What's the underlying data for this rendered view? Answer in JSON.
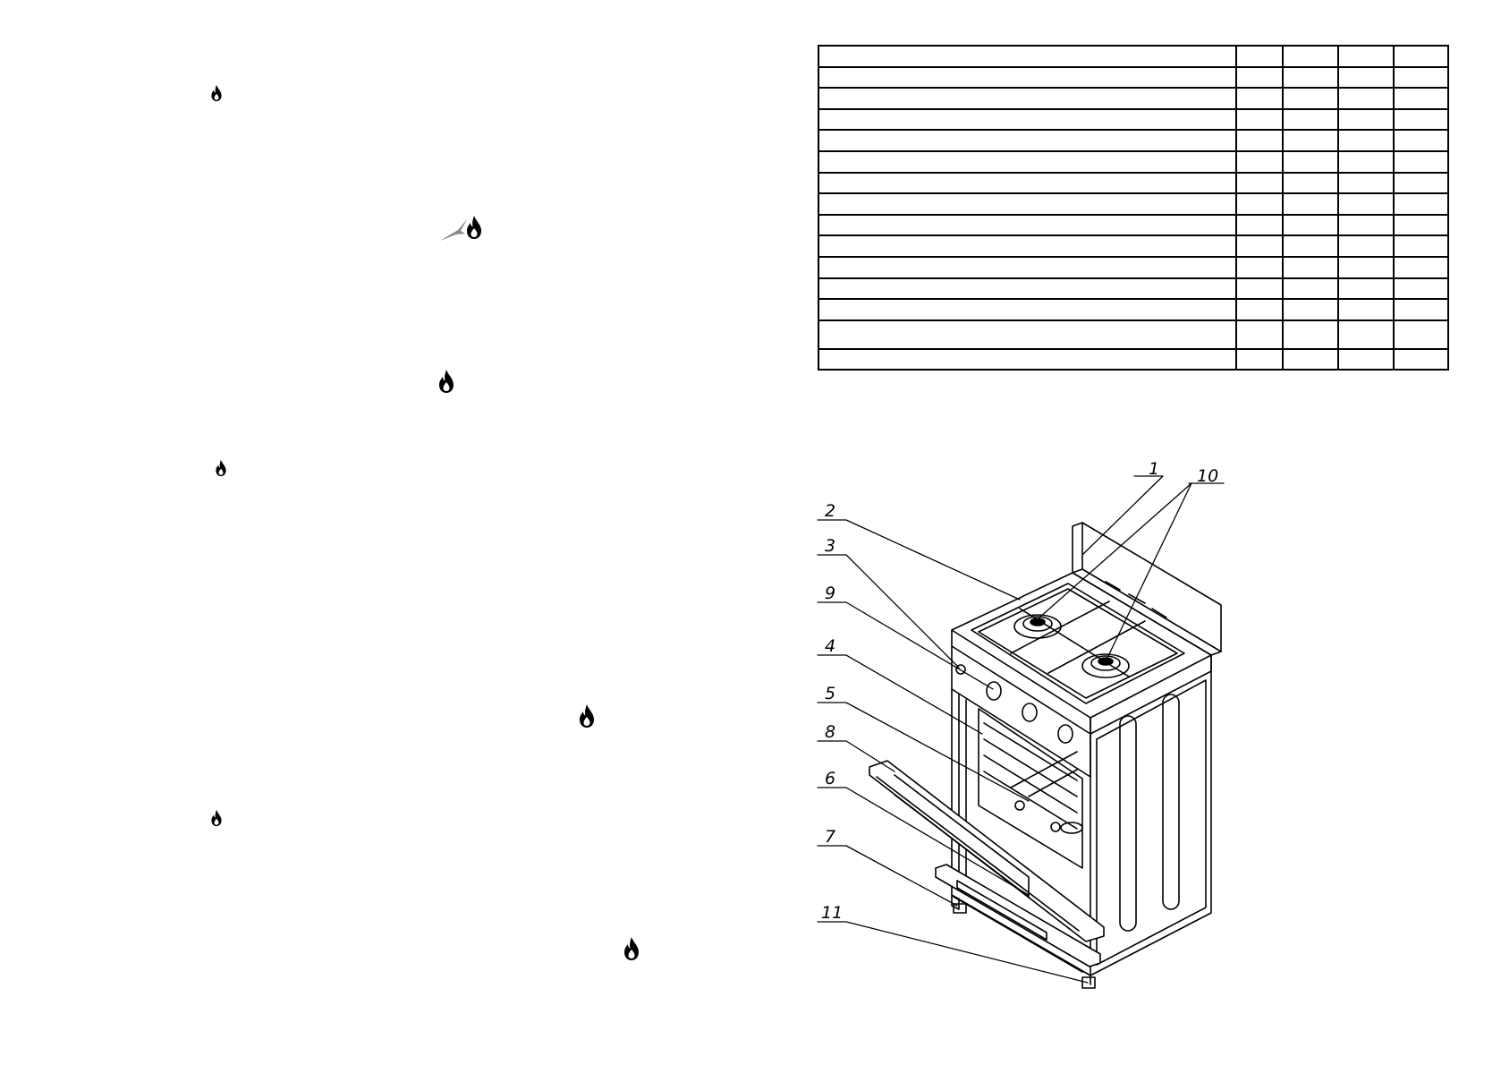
{
  "icons": {
    "flame": "flame-icon",
    "spark": "spark-icon"
  },
  "table": {
    "rows": 15,
    "cols": 5,
    "cells": [
      [
        "",
        "",
        "",
        "",
        ""
      ],
      [
        "",
        "",
        "",
        "",
        ""
      ],
      [
        "",
        "",
        "",
        "",
        ""
      ],
      [
        "",
        "",
        "",
        "",
        ""
      ],
      [
        "",
        "",
        "",
        "",
        ""
      ],
      [
        "",
        "",
        "",
        "",
        ""
      ],
      [
        "",
        "",
        "",
        "",
        ""
      ],
      [
        "",
        "",
        "",
        "",
        ""
      ],
      [
        "",
        "",
        "",
        "",
        ""
      ],
      [
        "",
        "",
        "",
        "",
        ""
      ],
      [
        "",
        "",
        "",
        "",
        ""
      ],
      [
        "",
        "",
        "",
        "",
        ""
      ],
      [
        "",
        "",
        "",
        "",
        ""
      ],
      [
        "",
        "",
        "",
        "",
        ""
      ],
      [
        "",
        "",
        "",
        "",
        ""
      ]
    ]
  },
  "diagram": {
    "callouts": {
      "c1": "1",
      "c10": "10",
      "c2": "2",
      "c3": "3",
      "c9": "9",
      "c4": "4",
      "c5": "5",
      "c8": "8",
      "c6": "6",
      "c7": "7",
      "c11": "11"
    }
  },
  "colors": {
    "ink": "#000000",
    "spark": "#8a8a8a",
    "background": "#ffffff"
  }
}
